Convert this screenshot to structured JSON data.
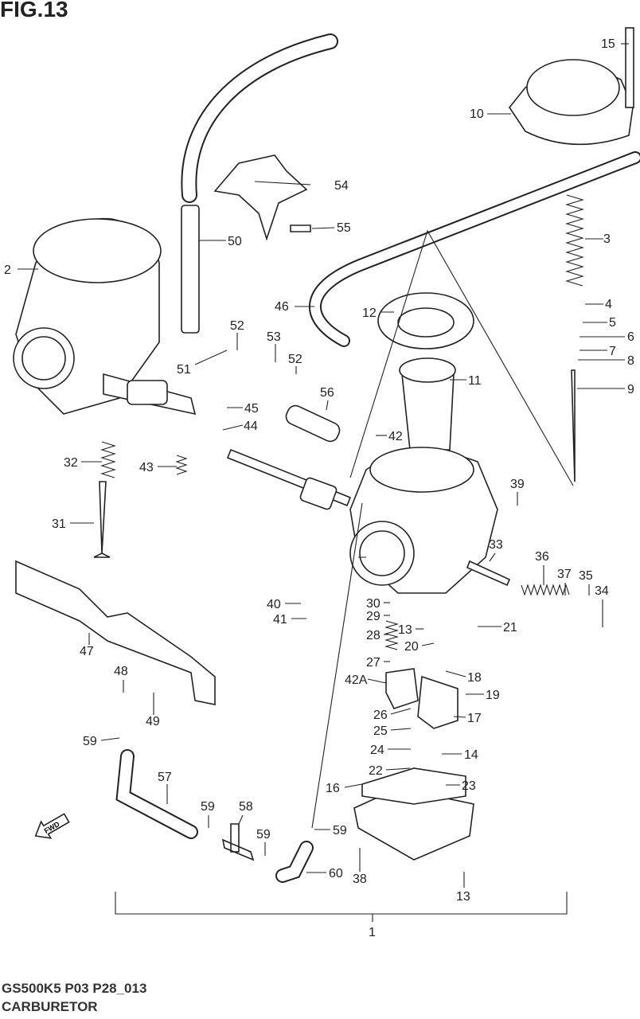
{
  "title": "FIG.13",
  "footer": {
    "code": "GS500K5 P03 P28_013",
    "name": "CARBURETOR"
  },
  "fwd_icon": {
    "label": "FWD"
  },
  "callouts": [
    "15",
    "10",
    "54",
    "50",
    "55",
    "3",
    "2",
    "46",
    "12",
    "4",
    "5",
    "6",
    "7",
    "8",
    "52",
    "53",
    "52",
    "51",
    "11",
    "9",
    "56",
    "45",
    "44",
    "42",
    "32",
    "43",
    "39",
    "31",
    "33",
    "36",
    "37",
    "35",
    "34",
    "40",
    "41",
    "30",
    "29",
    "13",
    "21",
    "28",
    "20",
    "47",
    "27",
    "18",
    "42A",
    "19",
    "48",
    "26",
    "17",
    "49",
    "25",
    "59",
    "24",
    "14",
    "57",
    "22",
    "23",
    "16",
    "59",
    "58",
    "59",
    "59",
    "60",
    "38",
    "13",
    "1"
  ]
}
